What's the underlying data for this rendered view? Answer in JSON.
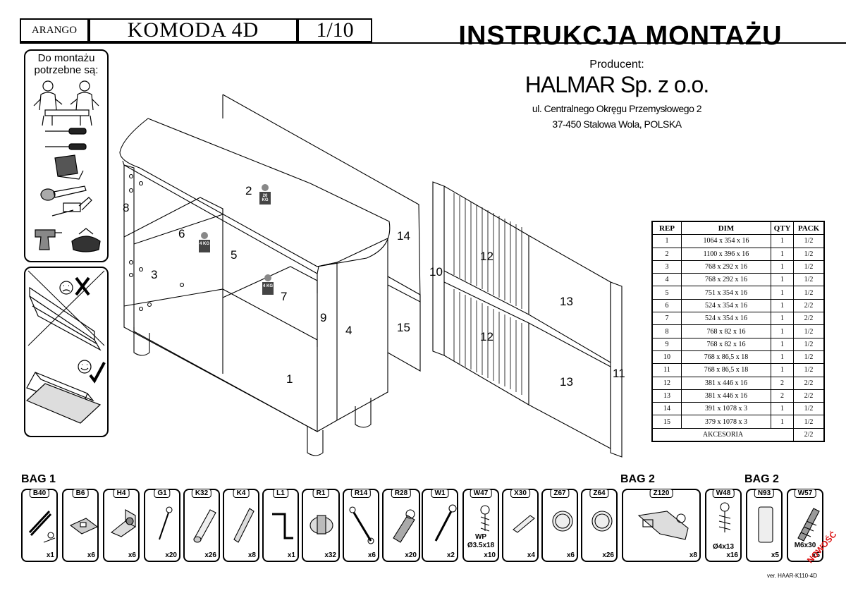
{
  "header": {
    "brand": "ARANGO",
    "model": "KOMODA 4D",
    "page": "1/10",
    "title": "INSTRUKCJA MONTAŻU",
    "producer_label": "Producent:",
    "producer_name": "HALMAR Sp. z o.o.",
    "address_line1": "ul. Centralnego Okręgu Przemysłowego 2",
    "address_line2": "37-450 Stalowa Wola, POLSKA"
  },
  "tools": {
    "label": "Do montażu potrzebne są:"
  },
  "weights": {
    "w20": "20 KG",
    "w4a": "4 KG",
    "w4b": "4 KG"
  },
  "parts_table": {
    "headers": [
      "REP",
      "DIM",
      "QTY",
      "PACK"
    ],
    "rows": [
      [
        "1",
        "1064 x 354 x 16",
        "1",
        "1/2"
      ],
      [
        "2",
        "1100 x 396 x 16",
        "1",
        "1/2"
      ],
      [
        "3",
        "768 x 292 x 16",
        "1",
        "1/2"
      ],
      [
        "4",
        "768 x 292 x 16",
        "1",
        "1/2"
      ],
      [
        "5",
        "751 x 354 x 16",
        "1",
        "1/2"
      ],
      [
        "6",
        "524 x 354 x 16",
        "1",
        "2/2"
      ],
      [
        "7",
        "524 x 354 x 16",
        "1",
        "2/2"
      ],
      [
        "8",
        "768 x 82 x 16",
        "1",
        "1/2"
      ],
      [
        "9",
        "768 x 82 x 16",
        "1",
        "1/2"
      ],
      [
        "10",
        "768 x 86,5 x 18",
        "1",
        "1/2"
      ],
      [
        "11",
        "768 x 86,5 x 18",
        "1",
        "1/2"
      ],
      [
        "12",
        "381 x 446 x 16",
        "2",
        "2/2"
      ],
      [
        "13",
        "381 x 446 x 16",
        "2",
        "2/2"
      ],
      [
        "14",
        "391 x 1078 x 3",
        "1",
        "1/2"
      ],
      [
        "15",
        "379 x 1078 x 3",
        "1",
        "1/2"
      ]
    ],
    "accessories_label": "AKCESORIA",
    "accessories_pack": "2/2"
  },
  "labels": [
    "1",
    "2",
    "3",
    "4",
    "5",
    "6",
    "7",
    "8",
    "9",
    "10",
    "11",
    "12",
    "12",
    "13",
    "13",
    "14",
    "15"
  ],
  "bag_labels": {
    "bag1": "BAG 1",
    "bag2a": "BAG 2",
    "bag2b": "BAG 2"
  },
  "bags": [
    {
      "code": "B40",
      "qty": "x1"
    },
    {
      "code": "B6",
      "qty": "x6"
    },
    {
      "code": "H4",
      "qty": "x6"
    },
    {
      "code": "G1",
      "qty": "x20"
    },
    {
      "code": "K32",
      "qty": "x26"
    },
    {
      "code": "K4",
      "qty": "x8"
    },
    {
      "code": "L1",
      "qty": "x1"
    },
    {
      "code": "R1",
      "qty": "x32"
    },
    {
      "code": "R14",
      "qty": "x6"
    },
    {
      "code": "R28",
      "qty": "x20"
    },
    {
      "code": "W1",
      "qty": "x2"
    },
    {
      "code": "W47",
      "qty": "x10",
      "note": "WP",
      "note2": "Ø3.5x18"
    },
    {
      "code": "X30",
      "qty": "x4"
    },
    {
      "code": "Z67",
      "qty": "x6"
    },
    {
      "code": "Z64",
      "qty": "x26"
    },
    {
      "code": "Z120",
      "qty": "x8"
    },
    {
      "code": "W48",
      "qty": "x16",
      "note": "Ø4x13"
    },
    {
      "code": "N93",
      "qty": "x5"
    },
    {
      "code": "W57",
      "qty": "x5",
      "note": "M6x30"
    }
  ],
  "footer": {
    "version": "ver. HAAR-K110-4D",
    "new_badge": "NOWOŚĆ"
  }
}
